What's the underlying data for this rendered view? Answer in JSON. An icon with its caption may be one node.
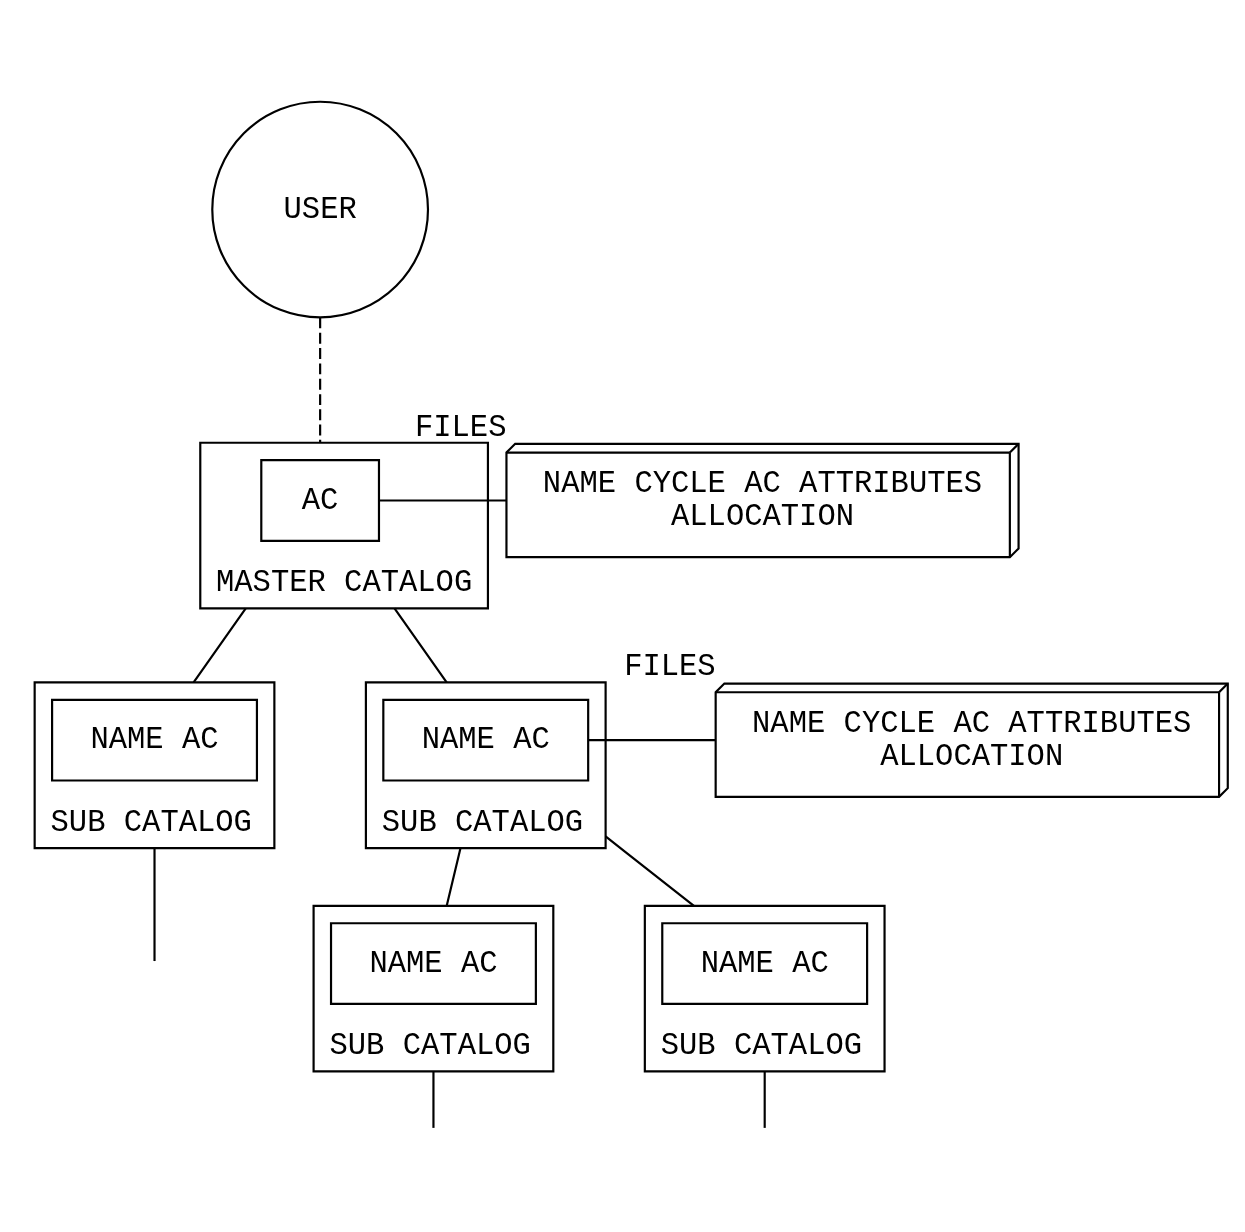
{
  "diagram": {
    "nodes": [
      {
        "text": [
          "USER"
        ]
      },
      {
        "text": [
          "MASTER CATALOG"
        ]
      },
      {
        "text": [
          "AC"
        ],
        "in": 1
      },
      {
        "text": [
          "NAME CYCLE AC ATTRIBUTES",
          "ALLOCATION"
        ],
        "beside": [
          "FILES"
        ]
      },
      {
        "text": [
          "SUB CATALOG"
        ]
      },
      {
        "text": [
          "NAME AC"
        ],
        "in": 4
      },
      {
        "text": [
          "SUB CATALOG"
        ]
      },
      {
        "text": [
          "NAME AC"
        ],
        "in": 6
      },
      {
        "text": [
          "NAME CYCLE AC ATTRIBUTES",
          "ALLOCATION"
        ],
        "beside": [
          "FILES"
        ]
      },
      {
        "text": [
          "SUB CATALOG"
        ]
      },
      {
        "text": [
          "NAME AC"
        ],
        "in": 9
      },
      {
        "text": [
          "SUB CATALOG"
        ]
      },
      {
        "text": [
          "NAME AC"
        ],
        "in": 11
      }
    ],
    "edges": [
      {
        "from": 0,
        "to": 1,
        "arrow": "none",
        "style": "dashed"
      },
      {
        "from": 2,
        "to": 3,
        "arrow": "none"
      },
      {
        "from": 1,
        "to": 4,
        "arrow": "none"
      },
      {
        "from": 1,
        "to": 6,
        "arrow": "none"
      },
      {
        "from": 7,
        "to": 8,
        "arrow": "none"
      },
      {
        "from": 6,
        "to": 9,
        "arrow": "none"
      },
      {
        "from": 6,
        "to": 11,
        "arrow": "none"
      },
      {
        "from": 4,
        "to": null,
        "arrow": "none"
      },
      {
        "from": 9,
        "to": null,
        "arrow": "none"
      },
      {
        "from": 11,
        "to": null,
        "arrow": "none"
      }
    ]
  }
}
